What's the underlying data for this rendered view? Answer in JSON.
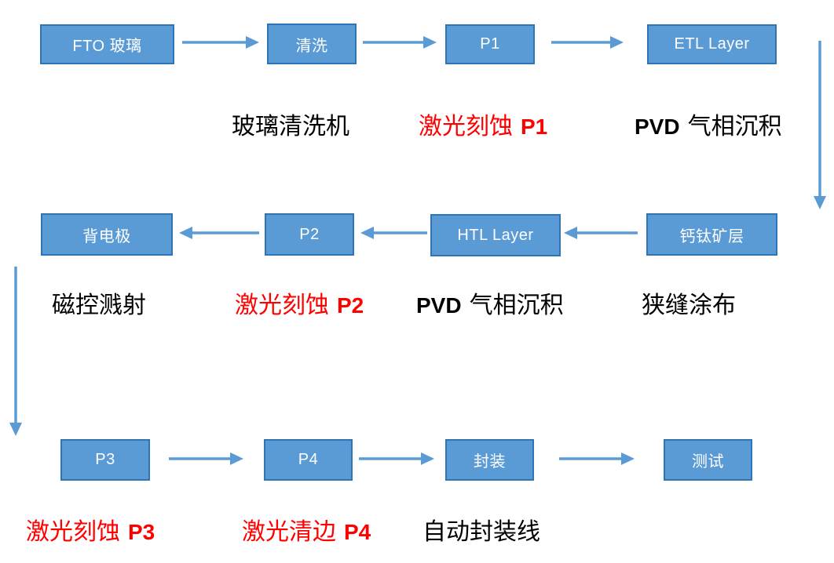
{
  "diagram": {
    "nodes": {
      "fto_glass": "FTO 玻璃",
      "cleaning": "清洗",
      "p1": "P1",
      "etl_layer": "ETL Layer",
      "back_electrode": "背电极",
      "p2": "P2",
      "htl_layer": "HTL Layer",
      "perovskite_layer": "钙钛矿层",
      "p3": "P3",
      "p4": "P4",
      "encapsulation": "封装",
      "testing": "测试"
    },
    "captions": {
      "glass_washer": {
        "zh": "玻璃清洗机"
      },
      "laser_etch_p1": {
        "zh": "激光刻蚀",
        "latin": "P1"
      },
      "pvd_deposition_1": {
        "latin": "PVD",
        "zh": "气相沉积"
      },
      "magnetron_sputtering": {
        "zh": "磁控溅射"
      },
      "laser_etch_p2": {
        "zh": "激光刻蚀",
        "latin": "P2"
      },
      "pvd_deposition_2": {
        "latin": "PVD",
        "zh": "气相沉积"
      },
      "slot_die_coating": {
        "zh": "狭缝涂布"
      },
      "laser_etch_p3": {
        "zh": "激光刻蚀",
        "latin": "P3"
      },
      "laser_edge_clean_p4": {
        "zh": "激光清边",
        "latin": "P4"
      },
      "auto_encapsulation_line": {
        "zh": "自动封装线"
      }
    },
    "colors": {
      "box_fill": "#5B9BD5",
      "box_border": "#2E75B6",
      "box_text": "#FFFFFF",
      "arrow": "#5B9BD5",
      "caption_black": "#000000",
      "caption_red": "#FF0000"
    }
  }
}
